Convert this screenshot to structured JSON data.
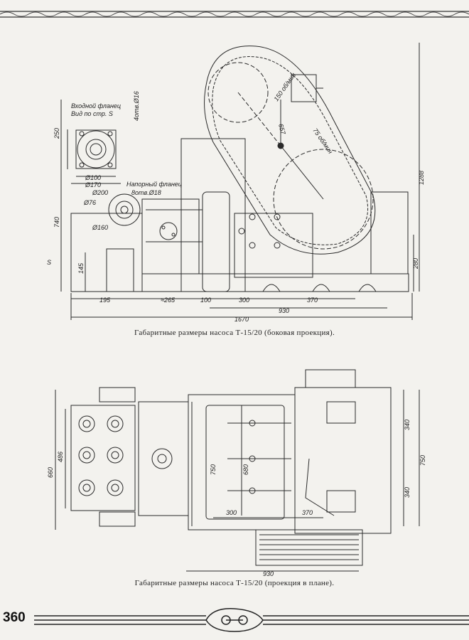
{
  "page": {
    "number": "360",
    "caption_side": "Габаритные размеры насоса Т-15/20 (боковая проекция).",
    "caption_plan": "Габаритные размеры насоса Т-15/20 (проекция в плане)."
  },
  "side_view": {
    "inlet_flange_label_1": "Входной фланец",
    "inlet_flange_label_2": "Вид по стр. S",
    "holes_inlet": "4отв.Ø16",
    "discharge_flange_label": "Напорный фланец",
    "holes_discharge": "8отв.Ø18",
    "marker_s": "S",
    "dims": {
      "d250": "250",
      "d740": "740",
      "d145": "145",
      "d1288": "1288",
      "d280": "280",
      "phi100": "Ø100",
      "phi170": "Ø170",
      "phi200": "Ø200",
      "phi76": "Ø76",
      "phi160": "Ø160",
      "d195": "195",
      "d265": "≈265",
      "d100": "100",
      "d300": "300",
      "d370": "370",
      "d930": "930",
      "d1670": "1670",
      "r657": "657",
      "rpm150": "150 об/мин",
      "rpm75": "75 об/мин"
    }
  },
  "plan_view": {
    "dims": {
      "d660": "660",
      "d486": "486",
      "d750a": "750",
      "d680": "680",
      "d300": "300",
      "d370": "370",
      "d340a": "340",
      "d340b": "340",
      "d750b": "750",
      "d930": "930"
    }
  }
}
